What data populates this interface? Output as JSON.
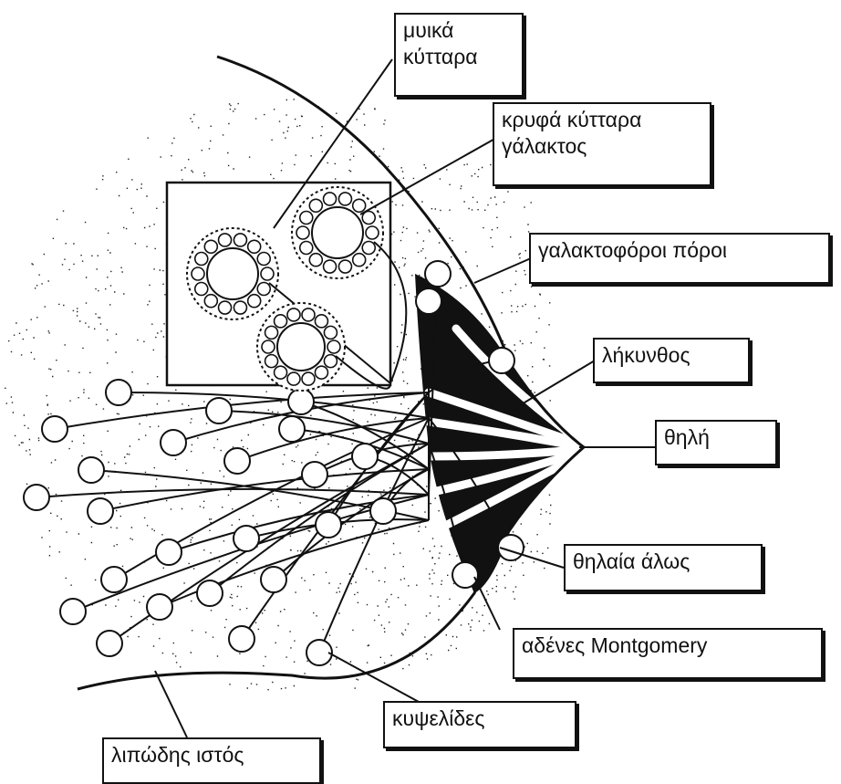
{
  "labels": {
    "myoepithelial": "μυικά\nκύτταρα",
    "secretory_cells": "κρυφά κύτταρα\nγάλακτος",
    "milk_ducts": "γαλακτοφόροι πόροι",
    "lactiferous_sinus": "λήκυνθος",
    "nipple": "θηλή",
    "areola": "θηλαία άλως",
    "montgomery_glands": "αδένες Montgomery",
    "alveoli": "κυψελίδες",
    "fatty_tissue": "λιπώδης ιστός"
  },
  "colors": {
    "ink": "#111111",
    "background": "#ffffff"
  }
}
